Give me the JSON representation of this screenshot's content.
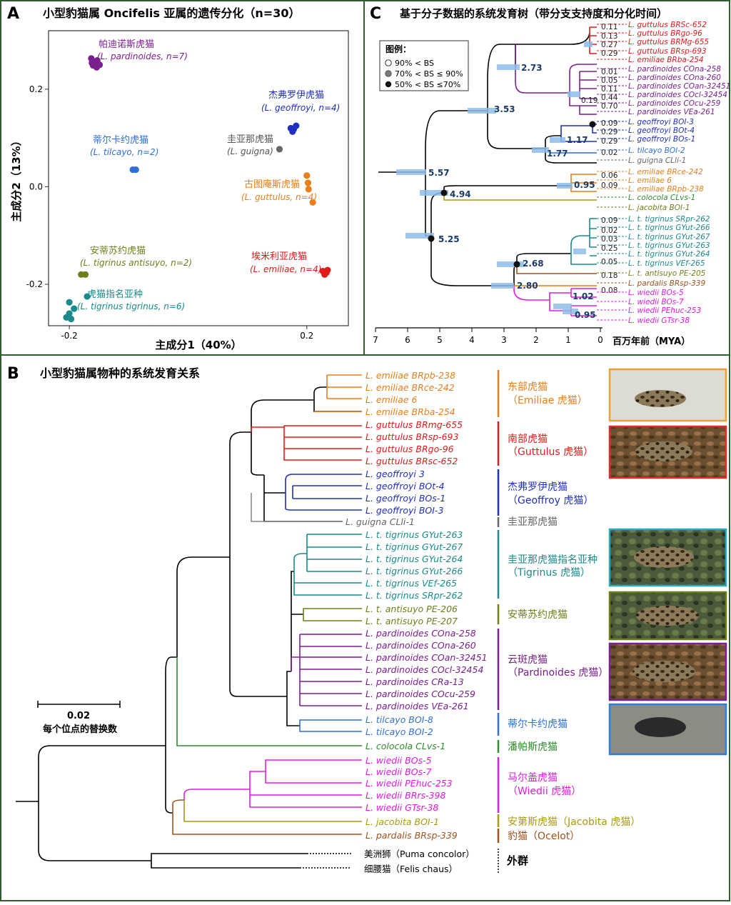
{
  "panel_a": {
    "letter": "A",
    "title": "小型豹猫属 Oncifelis 亚属的遗传分化（n=30）",
    "xlabel": "主成分1（40%）",
    "ylabel": "主成分2（13%）",
    "xticks": [
      "-0.2",
      "0.2"
    ],
    "yticks": [
      "0.2",
      "0.0",
      "-0.2"
    ],
    "groups": [
      {
        "cn": "帕迪诺斯虎猫",
        "latin": "(L. pardinoides, n=7)",
        "color": "#7a1f8f"
      },
      {
        "cn": "杰弗罗伊虎猫",
        "latin": "(L. geoffroyi, n=4)",
        "color": "#1f2fbf"
      },
      {
        "cn": "蒂尔卡约虎猫",
        "latin": "(L. tilcayo, n=2)",
        "color": "#2f6fd6"
      },
      {
        "cn": "圭亚那虎猫",
        "latin": "(L. guigna)",
        "color": "#666666"
      },
      {
        "cn": "古图庵斯虎猫",
        "latin": "(L. guttulus, n=4)",
        "color": "#e87f1b"
      },
      {
        "cn": "安蒂苏约虎猫",
        "latin": "(L. tigrinus antisuyo, n=2)",
        "color": "#6e7f1a"
      },
      {
        "cn": "埃米利亚虎猫",
        "latin": "(L. emiliae, n=4)",
        "color": "#e01b1b"
      },
      {
        "cn": "虎猫指名亚种",
        "latin": "(L. tigrinus tigrinus, n=6)",
        "color": "#1a8a8a"
      }
    ]
  },
  "chart_data": {
    "type": "scatter",
    "title": "小型豹猫属 Oncifelis 亚属的遗传分化（n=30）",
    "xlabel": "主成分1（40%）",
    "ylabel": "主成分2（13%）",
    "xlim": [
      -0.235,
      0.27
    ],
    "ylim": [
      -0.285,
      0.32
    ],
    "series": [
      {
        "name": "帕迪诺斯虎猫",
        "color": "#7a1f8f",
        "points": [
          [
            -0.163,
            0.263
          ],
          [
            -0.158,
            0.256
          ],
          [
            -0.153,
            0.259
          ],
          [
            -0.16,
            0.249
          ],
          [
            -0.154,
            0.245
          ],
          [
            -0.149,
            0.25
          ],
          [
            -0.162,
            0.254
          ]
        ]
      },
      {
        "name": "杰弗罗伊虎猫",
        "color": "#1f2fbf",
        "points": [
          [
            0.173,
            0.12
          ],
          [
            0.178,
            0.118
          ],
          [
            0.176,
            0.113
          ],
          [
            0.182,
            0.125
          ]
        ]
      },
      {
        "name": "蒂尔卡约虎猫",
        "color": "#2f6fd6",
        "points": [
          [
            -0.093,
            0.035
          ],
          [
            -0.088,
            0.035
          ]
        ]
      },
      {
        "name": "圭亚那虎猫",
        "color": "#666666",
        "points": [
          [
            0.154,
            0.077
          ]
        ]
      },
      {
        "name": "古图庵斯虎猫",
        "color": "#e87f1b",
        "points": [
          [
            0.2,
            0.023
          ],
          [
            0.202,
            0.008
          ],
          [
            0.203,
            -0.005
          ],
          [
            0.21,
            -0.032
          ]
        ]
      },
      {
        "name": "安蒂苏约虎猫",
        "color": "#6e7f1a",
        "points": [
          [
            -0.18,
            -0.18
          ],
          [
            -0.173,
            -0.18
          ]
        ]
      },
      {
        "name": "埃米利亚虎猫",
        "color": "#e01b1b",
        "points": [
          [
            0.227,
            -0.173
          ],
          [
            0.23,
            -0.18
          ],
          [
            0.233,
            -0.176
          ],
          [
            0.235,
            -0.171
          ]
        ]
      },
      {
        "name": "虎猫指名亚种",
        "color": "#1a8a8a",
        "points": [
          [
            -0.205,
            -0.268
          ],
          [
            -0.2,
            -0.26
          ],
          [
            -0.197,
            -0.271
          ],
          [
            -0.192,
            -0.25
          ],
          [
            -0.2,
            -0.237
          ],
          [
            -0.17,
            -0.225
          ]
        ]
      }
    ]
  },
  "panel_c": {
    "letter": "C",
    "title": "基于分子数据的系统发育树（带分支支持度和分化时间）",
    "legend_title": "图例：",
    "legend_items": [
      "90% < BS",
      "70% < BS ≤ 90%",
      "50% < BS ≤70%"
    ],
    "axis_label": "百万年前（MYA）",
    "ticks": [
      "7",
      "6",
      "5",
      "4",
      "3",
      "2",
      "1",
      "0"
    ],
    "node_ages": [
      "5.57",
      "3.53",
      "2.73",
      "1.77",
      "1.17",
      "4.94",
      "5.25",
      "2.68",
      "2.80",
      "1.02",
      "0.95",
      "0.95"
    ],
    "small_values": [
      "0.11",
      "0.13",
      "0.27",
      "0.29",
      "0.01",
      "0.05",
      "0.11",
      "0.44",
      "0.70",
      "0.19",
      "0.09",
      "0.29",
      "0.29",
      "0.02",
      "0.06",
      "0.09",
      "0.09",
      "0.02",
      "0.03",
      "0.25",
      "0.05",
      "0.18",
      "0.08"
    ],
    "tips": [
      {
        "label": "L. guttulus BRSc-652",
        "color": "#e01b1b"
      },
      {
        "label": "L. guttulus BRgo-96",
        "color": "#e01b1b"
      },
      {
        "label": "L. guttulus BRMg-655",
        "color": "#e01b1b"
      },
      {
        "label": "L. guttulus BRsp-693",
        "color": "#e01b1b"
      },
      {
        "label": "L. emiliae BRba-254",
        "color": "#e01b1b"
      },
      {
        "label": "L. pardinoides COna-258",
        "color": "#7a1f8f"
      },
      {
        "label": "L. pardinoides COna-260",
        "color": "#7a1f8f"
      },
      {
        "label": "L. pardinoides COan-32451",
        "color": "#7a1f8f"
      },
      {
        "label": "L. pardinoides COcl-32454",
        "color": "#7a1f8f"
      },
      {
        "label": "L. pardinoides COcu-259",
        "color": "#7a1f8f"
      },
      {
        "label": "L. pardinoides VEa-261",
        "color": "#7a1f8f"
      },
      {
        "label": "L. geoffroyi BOI-3",
        "color": "#1f2fbf"
      },
      {
        "label": "L. geoffroyi BOt-4",
        "color": "#1f2fbf"
      },
      {
        "label": "L. geoffroyi BOs-1",
        "color": "#1f2fbf"
      },
      {
        "label": "L. tilcayo BOI-2",
        "color": "#2f6fd6"
      },
      {
        "label": "L. guigna CLli-1",
        "color": "#666666"
      },
      {
        "label": "L. emiliae BRce-242",
        "color": "#e87f1b"
      },
      {
        "label": "L. emiliae 6",
        "color": "#e87f1b"
      },
      {
        "label": "L. emiliae BRpb-238",
        "color": "#e87f1b"
      },
      {
        "label": "L. colocola CLvs-1",
        "color": "#2e8b2e"
      },
      {
        "label": "L. jacobita BOI-1",
        "color": "#6e7f1a"
      },
      {
        "label": "L. t. tigrinus SRpr-262",
        "color": "#1a8a8a"
      },
      {
        "label": "L. t. tigrinus GYut-266",
        "color": "#1a8a8a"
      },
      {
        "label": "L. t. tigrinus GYut-267",
        "color": "#1a8a8a"
      },
      {
        "label": "L. t. tigrinus GYut-263",
        "color": "#1a8a8a"
      },
      {
        "label": "L. t. tigrinus GYut-264",
        "color": "#1a8a8a"
      },
      {
        "label": "L. t. tigrinus VEf-265",
        "color": "#1a8a8a"
      },
      {
        "label": "L. t. antisuyo PE-205",
        "color": "#6e7f1a"
      },
      {
        "label": "L. pardalis BRsp-339",
        "color": "#a0521d"
      },
      {
        "label": "L. wiedii BOs-5",
        "color": "#e01be0"
      },
      {
        "label": "L. wiedii BOs-7",
        "color": "#e01be0"
      },
      {
        "label": "L. wiedii PEhuc-253",
        "color": "#e01be0"
      },
      {
        "label": "L. wiedii GTsr-38",
        "color": "#e01be0"
      }
    ]
  },
  "panel_b": {
    "letter": "B",
    "title": "小型豹猫属物种的系统发育关系",
    "scale_value": "0.02",
    "scale_label": "每个位点的替换数",
    "tips": [
      {
        "label": "L. emiliae BRpb-238",
        "color": "#e87f1b"
      },
      {
        "label": "L. emiliae BRce-242",
        "color": "#e87f1b"
      },
      {
        "label": "L. emiliae 6",
        "color": "#e87f1b"
      },
      {
        "label": "L. emiliae BRba-254",
        "color": "#e87f1b"
      },
      {
        "label": "L. guttulus BRmg-655",
        "color": "#e01b1b"
      },
      {
        "label": "L. guttulus BRsp-693",
        "color": "#e01b1b"
      },
      {
        "label": "L. guttulus BRgo-96",
        "color": "#e01b1b"
      },
      {
        "label": "L. guttulus BRsc-652",
        "color": "#e01b1b"
      },
      {
        "label": "L. geoffroyi 3",
        "color": "#1f2fbf"
      },
      {
        "label": "L. geoffroyi BOt-4",
        "color": "#1f2fbf"
      },
      {
        "label": "L. geoffroyi BOs-1",
        "color": "#1f2fbf"
      },
      {
        "label": "L. geoffroyi BOI-3",
        "color": "#1f2fbf"
      },
      {
        "label": "L. guigna CLli-1",
        "color": "#666666"
      },
      {
        "label": "L. t. tigrinus GYut-263",
        "color": "#1a8a8a"
      },
      {
        "label": "L. t. tigrinus GYut-267",
        "color": "#1a8a8a"
      },
      {
        "label": "L. t. tigrinus GYut-264",
        "color": "#1a8a8a"
      },
      {
        "label": "L. t. tigrinus GYut-266",
        "color": "#1a8a8a"
      },
      {
        "label": "L. t. tigrinus VEf-265",
        "color": "#1a8a8a"
      },
      {
        "label": "L. t. tigrinus SRpr-262",
        "color": "#1a8a8a"
      },
      {
        "label": "L. t. antisuyo PE-206",
        "color": "#6e7f1a"
      },
      {
        "label": "L. t. antisuyo PE-207",
        "color": "#6e7f1a"
      },
      {
        "label": "L. pardinoides COna-258",
        "color": "#7a1f8f"
      },
      {
        "label": "L. pardinoides COna-260",
        "color": "#7a1f8f"
      },
      {
        "label": "L. pardinoides COan-32451",
        "color": "#7a1f8f"
      },
      {
        "label": "L. pardinoides COcl-32454",
        "color": "#7a1f8f"
      },
      {
        "label": "L. pardinoides CRa-13",
        "color": "#7a1f8f"
      },
      {
        "label": "L. pardinoides COcu-259",
        "color": "#7a1f8f"
      },
      {
        "label": "L. pardinoides VEa-261",
        "color": "#7a1f8f"
      },
      {
        "label": "L. tilcayo BOI-8",
        "color": "#2f6fd6"
      },
      {
        "label": "L. tilcayo BOI-2",
        "color": "#2f6fd6"
      },
      {
        "label": "L. colocola CLvs-1",
        "color": "#2e8b2e"
      },
      {
        "label": "L. wiedii BOs-5",
        "color": "#e01be0"
      },
      {
        "label": "L. wiedii BOs-7",
        "color": "#e01be0"
      },
      {
        "label": "L. wiedii PEhuc-253",
        "color": "#e01be0"
      },
      {
        "label": "L. wiedii BRrs-398",
        "color": "#e01be0"
      },
      {
        "label": "L. wiedii GTsr-38",
        "color": "#e01be0"
      },
      {
        "label": "L. jacobita BOI-1",
        "color": "#a89a12"
      },
      {
        "label": "L. pardalis BRsp-339",
        "color": "#a0521d"
      }
    ],
    "outgroups": [
      "美洲狮（Puma concolor）",
      "细腰猫（Felis chaus）"
    ],
    "outgroup_label": "外群",
    "clades": [
      {
        "line1": "东部虎猫",
        "line2": "（Emiliae 虎猫）",
        "color": "#e87f1b"
      },
      {
        "line1": "南部虎猫",
        "line2": "（Guttulus 虎猫）",
        "color": "#e01b1b"
      },
      {
        "line1": "杰弗罗伊虎猫",
        "line2": "（Geoffroy 虎猫）",
        "color": "#1f2fbf"
      },
      {
        "line1": "圭亚那虎猫",
        "line2": "",
        "color": "#666666"
      },
      {
        "line1": "圭亚那虎猫指名亚种",
        "line2": "（Tigrinus 虎猫）",
        "color": "#1a8a8a"
      },
      {
        "line1": "安蒂苏约虎猫",
        "line2": "",
        "color": "#6e7f1a"
      },
      {
        "line1": "云斑虎猫",
        "line2": "（Pardinoides 虎猫）",
        "color": "#7a1f8f"
      },
      {
        "line1": "蒂尔卡约虎猫",
        "line2": "",
        "color": "#2f6fd6"
      },
      {
        "line1": "潘帕斯虎猫",
        "line2": "",
        "color": "#2e8b2e"
      },
      {
        "line1": "马尔盖虎猫",
        "line2": "（Wiedii 虎猫）",
        "color": "#e01be0"
      },
      {
        "line1": "安第斯虎猫（Jacobita 虎猫）",
        "line2": "",
        "color": "#a89a12"
      },
      {
        "line1": "豹猫（Ocelot）",
        "line2": "",
        "color": "#a0521d"
      }
    ],
    "photo_frames": [
      "#e8a23a",
      "#e02b2b",
      "#2aa8c0",
      "#6e7f1a",
      "#7a1f8f",
      "#2f7fd6"
    ]
  }
}
